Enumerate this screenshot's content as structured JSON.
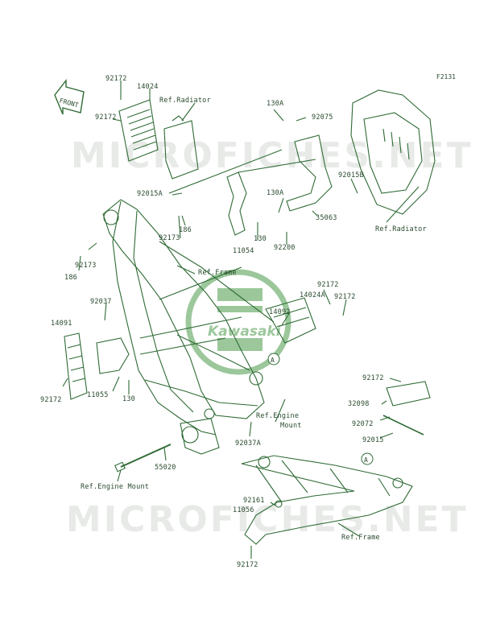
{
  "figure_code": "F2131",
  "front_label": "FRONT",
  "watermark": "MICROFICHES.NET",
  "center_logo": "Kawasaki",
  "ref_circle": "A",
  "colors": {
    "line": "#2f6b35",
    "text": "#2a4a2e",
    "watermark": "#b4bcb4",
    "logo": "#4a9a4a"
  },
  "labels": {
    "p92172_a": "92172",
    "p14024": "14024",
    "ref_radiator_top": "Ref.Radiator",
    "p92172_b": "92172",
    "p130A_a": "130A",
    "p92075": "92075",
    "p92015A": "92015A",
    "p130A_b": "130A",
    "p92015B": "92015B",
    "p35063": "35063",
    "ref_radiator_right": "Ref.Radiator",
    "p92173_a": "92173",
    "p186_a": "186",
    "p130_a": "130",
    "p11054": "11054",
    "p92200": "92200",
    "p92173_b": "92173",
    "p186_b": "186",
    "ref_frame_top": "Ref.Frame",
    "p92172_c": "92172",
    "p14024A": "14024A",
    "p92172_d": "92172",
    "p92037": "92037",
    "p14092": "14092",
    "p14091": "14091",
    "p92172_e": "92172",
    "p11055": "11055",
    "p130_b": "130",
    "ref_engine_mount_a": "Ref.Engine",
    "ref_engine_mount_b": "Mount",
    "p92037A": "92037A",
    "p92172_f": "92172",
    "p32098": "32098",
    "p92072": "92072",
    "p92015": "92015",
    "p55020": "55020",
    "ref_engine_mount_bottom": "Ref.Engine Mount",
    "p92161": "92161",
    "p11056": "11056",
    "ref_frame_bottom": "Ref.Frame",
    "p92172_g": "92172"
  }
}
